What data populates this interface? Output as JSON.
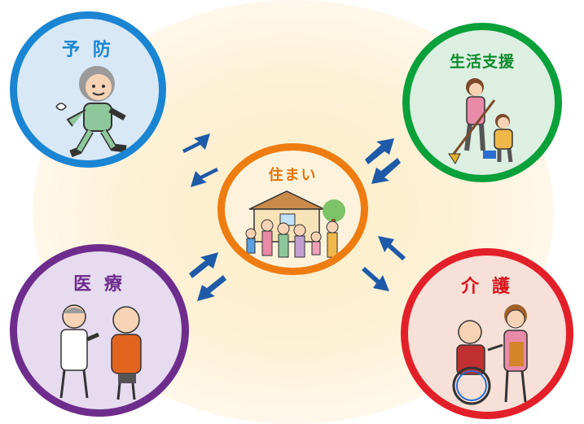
{
  "nodes": {
    "prevention": {
      "label": "予 防",
      "border": "#1a85d2",
      "fill": "#d9e8f6",
      "text": "#1a85d2"
    },
    "life_support": {
      "label": "生活支援",
      "border": "#0aa03a",
      "fill": "#ddefe1",
      "text": "#0a8a2a"
    },
    "housing": {
      "label": "住まい",
      "border": "#ee7c10",
      "fill": "#fdf3dc",
      "text": "#e5730a"
    },
    "medical": {
      "label": "医 療",
      "border": "#6e2d8c",
      "fill": "#e6dbef",
      "text": "#6e2d8c"
    },
    "care": {
      "label": "介 護",
      "border": "#e3202a",
      "fill": "#f6e0d8",
      "text": "#d9141d"
    }
  },
  "arrow_color": "#1e5aa8"
}
